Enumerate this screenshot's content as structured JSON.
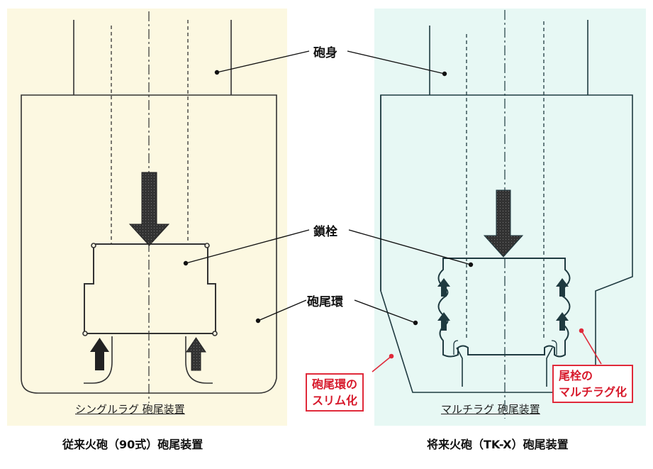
{
  "labels": {
    "barrel": "砲身",
    "breechblock": "鎖栓",
    "breech_ring": "砲尾環"
  },
  "left": {
    "subtitle": "シングルラグ 砲尾装置",
    "caption": "従来火砲（90式）砲尾装置"
  },
  "right": {
    "subtitle": "マルチラグ 砲尾装置",
    "caption": "将来火砲（TK-X）砲尾装置",
    "note_ring": [
      "砲尾環の",
      "スリム化"
    ],
    "note_lug": [
      "尾栓の",
      "マルチラグ化"
    ]
  },
  "colors": {
    "left_bg": "#fcf8e1",
    "right_bg": "#e7f8f4",
    "note_red": "#e02a3a",
    "arrow": "#2b2b2b"
  }
}
